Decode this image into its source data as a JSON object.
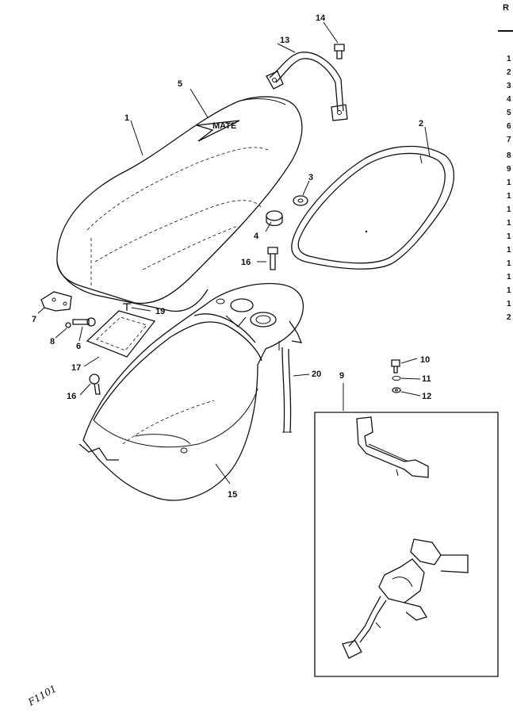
{
  "header": {
    "label": "R"
  },
  "callouts": {
    "c1": "1",
    "c2": "2",
    "c3": "3",
    "c4": "4",
    "c5": "5",
    "c6": "6",
    "c7": "7",
    "c8": "8",
    "c9": "9",
    "c10": "10",
    "c11": "11",
    "c12": "12",
    "c13": "13",
    "c14": "14",
    "c15": "15",
    "c16a": "16",
    "c16b": "16",
    "c17": "17",
    "c19": "19",
    "c20": "20"
  },
  "right_column": [
    "1",
    "2",
    "3",
    "4",
    "5",
    "6",
    "7",
    "8",
    "9",
    "1",
    "1",
    "1",
    "1",
    "1",
    "1",
    "1",
    "1",
    "1",
    "1",
    "2"
  ],
  "seat_logo": "MATE",
  "handwriting": "F1101"
}
